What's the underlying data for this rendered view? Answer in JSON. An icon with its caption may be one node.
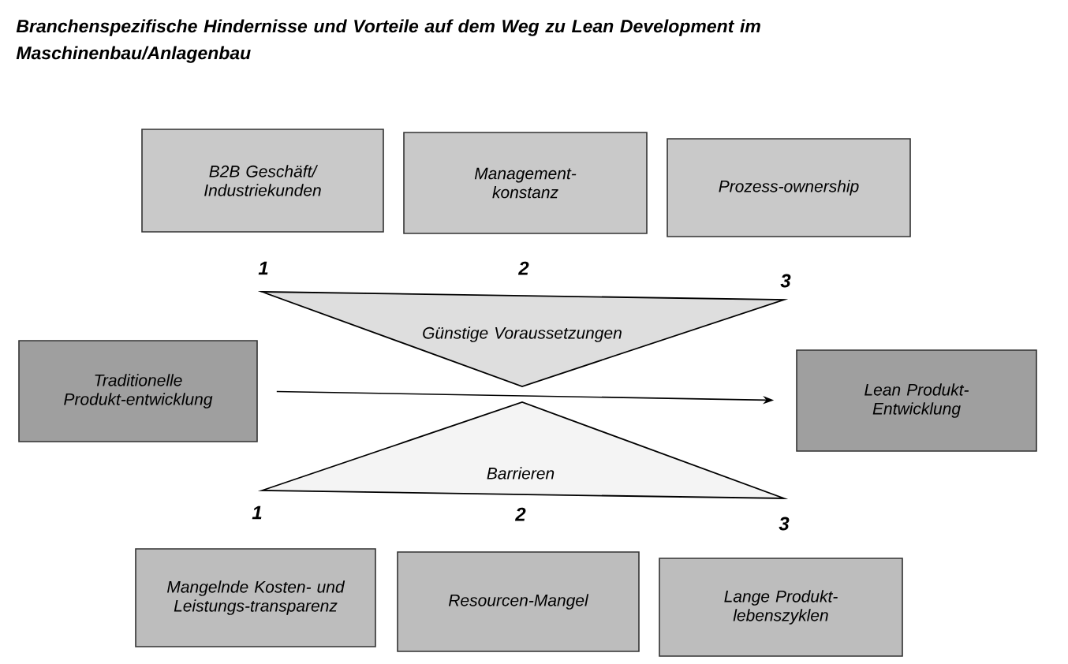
{
  "diagram": {
    "title": "Branchenspezifische Hindernisse und Vorteile auf dem Weg zu Lean Development im Maschinenbau/Anlagenbau",
    "nodes": [
      {
        "text": [
          "B2B Geschäft/ Industriekunden"
        ]
      },
      {
        "text": [
          "Management-konstanz"
        ]
      },
      {
        "text": [
          "Prozess-ownership"
        ]
      },
      {
        "text": [
          "Traditionelle Produkt-entwicklung"
        ]
      },
      {
        "text": [
          "Lean Produkt-Entwicklung"
        ]
      },
      {
        "text": [
          "Günstige Voraussetzungen"
        ]
      },
      {
        "text": [
          "Barrieren"
        ]
      },
      {
        "text": [
          "Mangelnde Kosten- und Leistungs-transparenz"
        ]
      },
      {
        "text": [
          "Resourcen-Mangel"
        ]
      },
      {
        "text": [
          "Lange Produkt-lebenszyklen"
        ]
      }
    ],
    "edges": [
      {
        "from": 3,
        "to": 4,
        "arrow": "to"
      }
    ],
    "labels": [
      "1",
      "2",
      "3",
      "1",
      "2",
      "3"
    ]
  }
}
